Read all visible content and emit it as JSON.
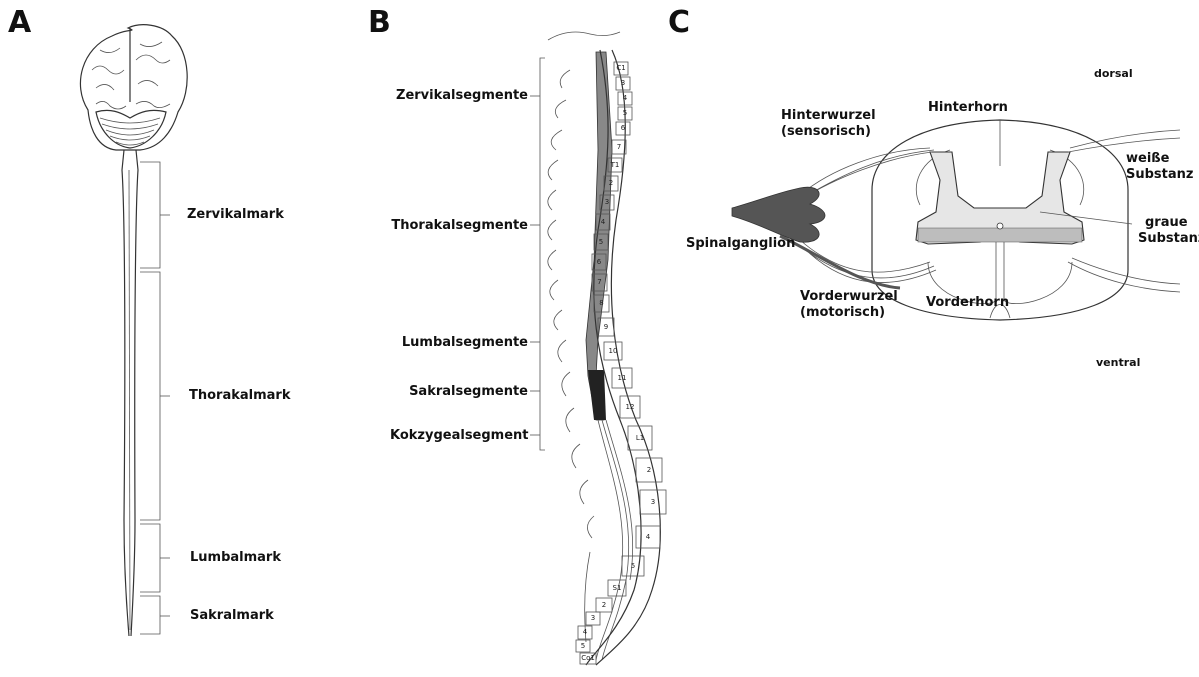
{
  "panels": {
    "a": {
      "letter": "A",
      "labels": [
        "Zervikalmark",
        "Thorakalmark",
        "Lumbalmark",
        "Sakralmark"
      ]
    },
    "b": {
      "letter": "B",
      "labels": [
        "Zervikalsegmente",
        "Thorakalsegmente",
        "Lumbalsegmente",
        "Sakralsegmente",
        "Kokzygealsegment"
      ],
      "vertebra_numbers": [
        "C1",
        "3",
        "4",
        "5",
        "6",
        "7",
        "T1",
        "2",
        "3",
        "4",
        "5",
        "6",
        "7",
        "8",
        "9",
        "10",
        "11",
        "12",
        "L1",
        "2",
        "3",
        "4",
        "5",
        "S1",
        "2",
        "3",
        "4",
        "5",
        "Co1"
      ]
    },
    "c": {
      "letter": "C",
      "dorsal": "dorsal",
      "ventral": "ventral",
      "hinterwurzel_1": "Hinterwurzel",
      "hinterwurzel_2": "(sensorisch)",
      "hinterhorn": "Hinterhorn",
      "weisse_1": "weiße",
      "weisse_2": "Substanz",
      "graue_1": "graue",
      "graue_2": "Substanz",
      "spinalganglion": "Spinalganglion",
      "vorderwurzel_1": "Vorderwurzel",
      "vorderwurzel_2": "(motorisch)",
      "vorderhorn": "Vorderhorn"
    }
  }
}
